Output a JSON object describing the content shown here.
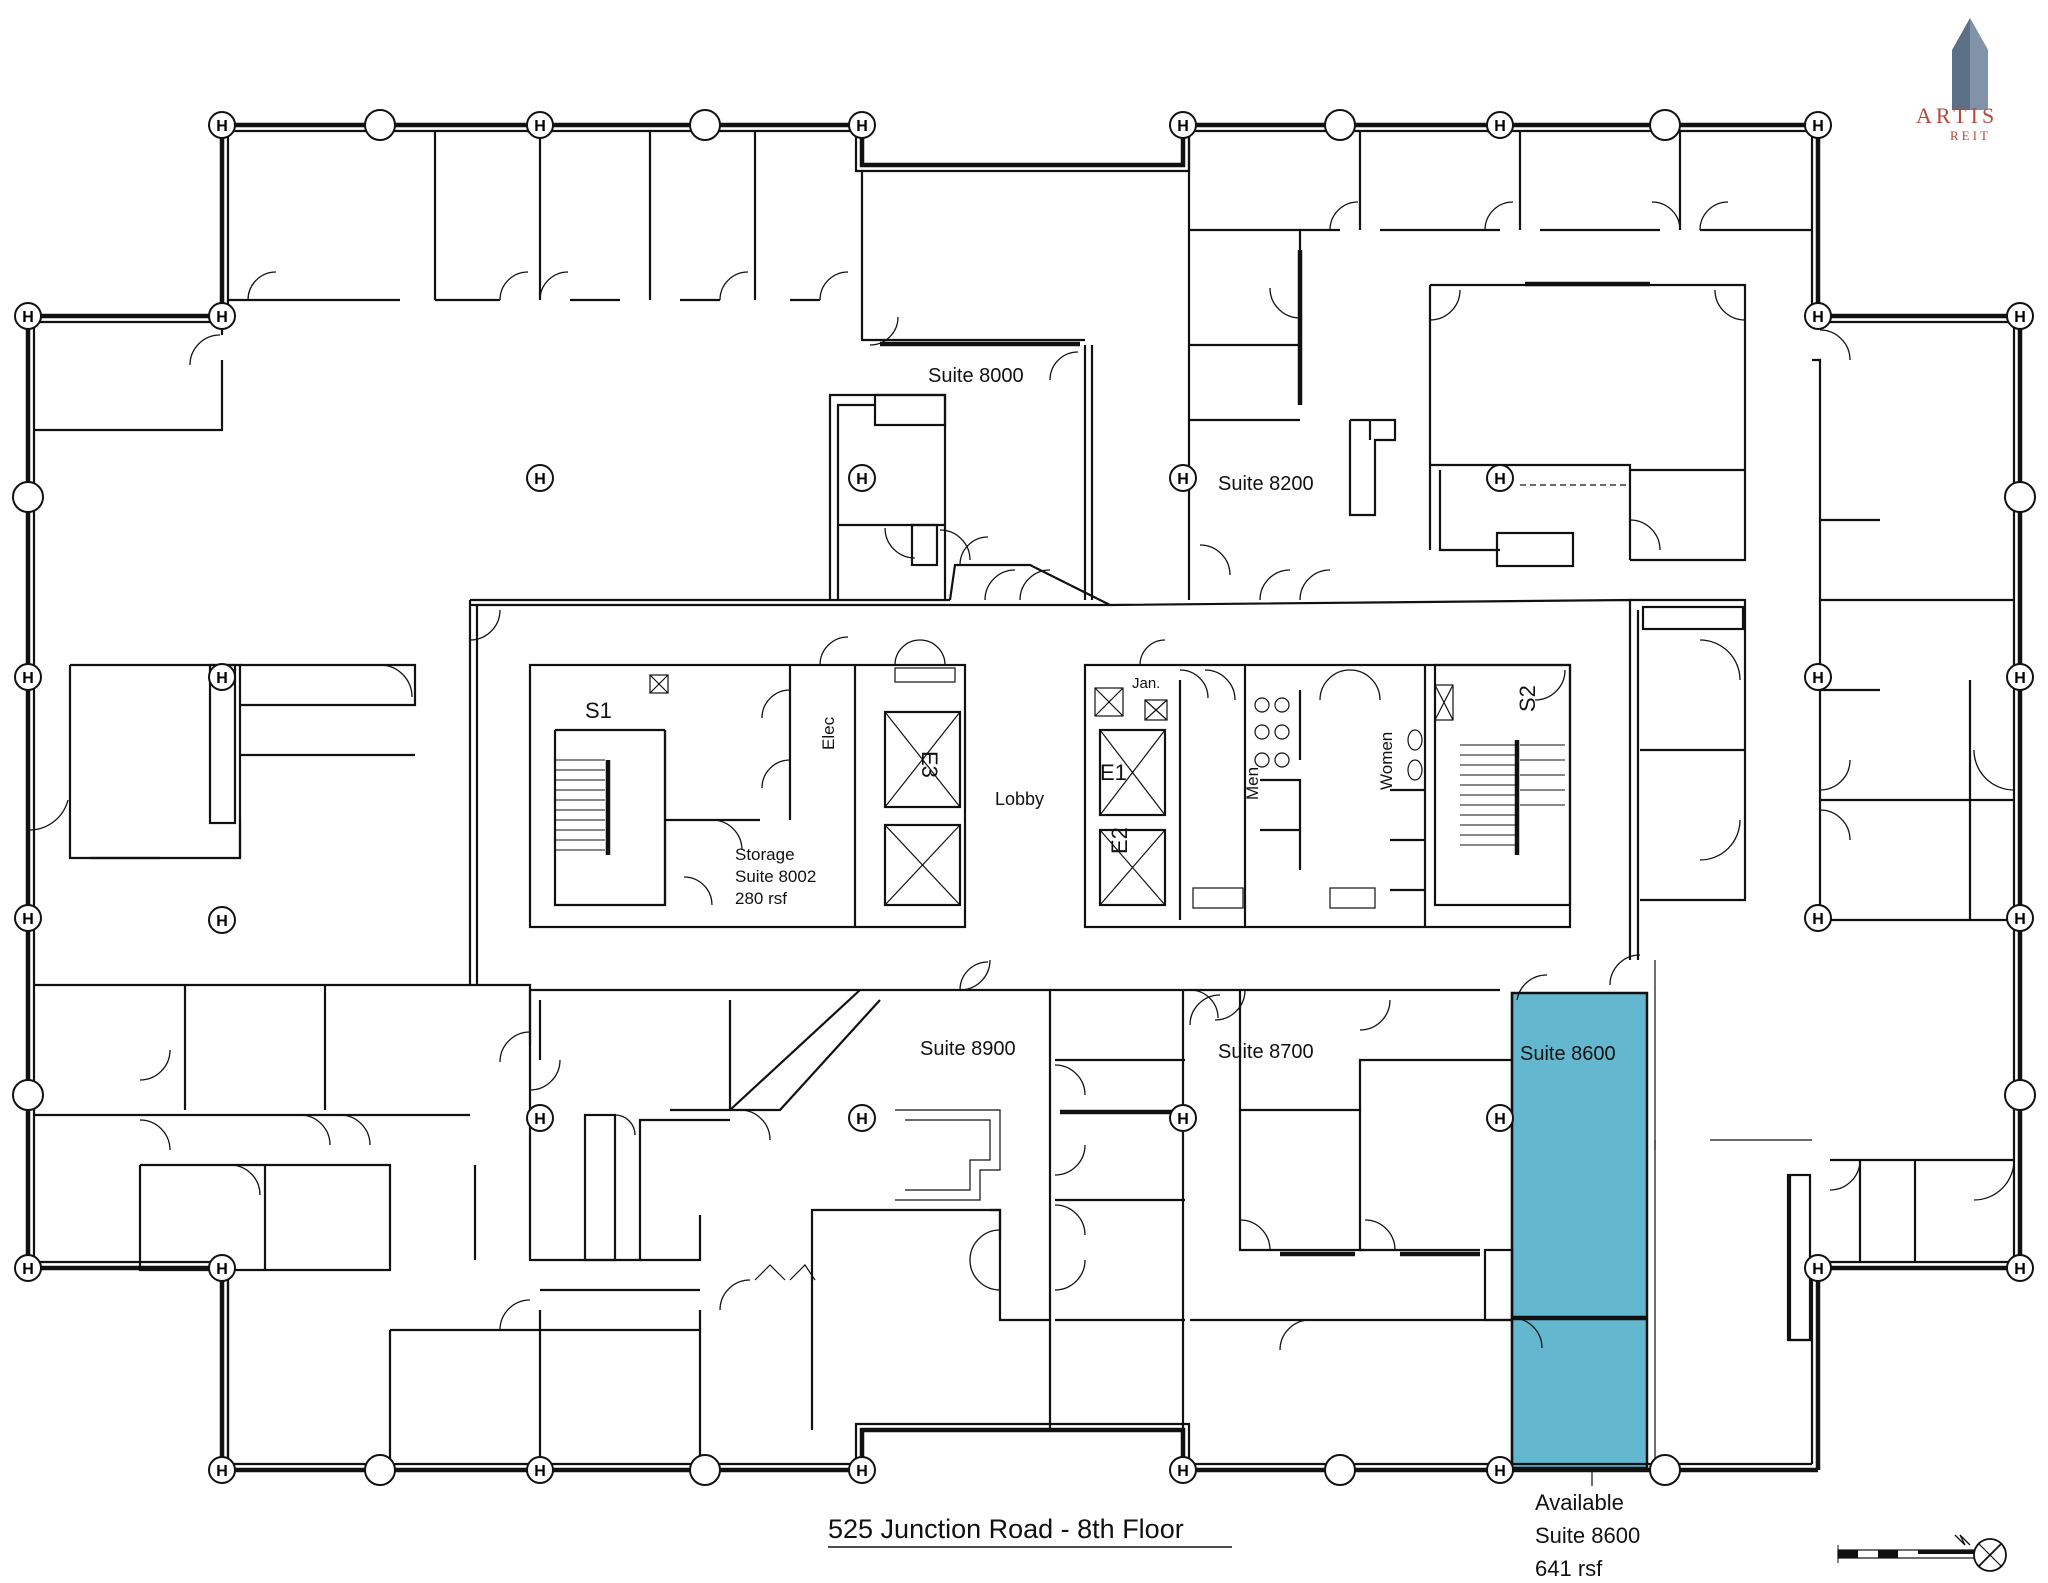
{
  "logo": {
    "name": "ARTIS",
    "sub": "REIT",
    "color": "#5b6f86",
    "text_color": "#b24a3a"
  },
  "title": "525 Junction Road  - 8th Floor",
  "suites": {
    "s8000": "Suite 8000",
    "s8200": "Suite 8200",
    "s8900": "Suite 8900",
    "s8700": "Suite 8700",
    "s8600": "Suite 8600"
  },
  "core": {
    "s1": "S1",
    "s2": "S2",
    "elec": "Elec",
    "lobby": "Lobby",
    "e1": "E1",
    "e2": "E2",
    "e3": "E3",
    "jan": "Jan.",
    "men": "Men",
    "women": "Women",
    "storage": [
      "Storage",
      "Suite 8002",
      "280 rsf"
    ]
  },
  "available": [
    "Available",
    "Suite 8600",
    "641 rsf"
  ],
  "highlight_color": "#63b7cf",
  "icons": [
    "column-h-icon",
    "column-round-icon",
    "north-arrow-icon",
    "scale-bar-icon"
  ]
}
